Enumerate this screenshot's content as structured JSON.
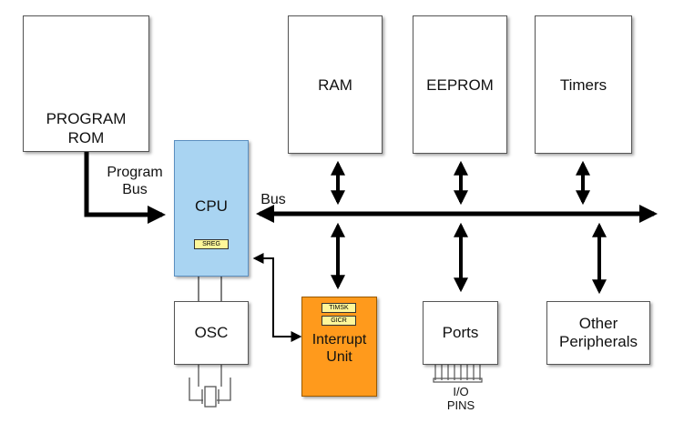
{
  "blocks": {
    "program_rom": "PROGRAM\nROM",
    "ram": "RAM",
    "eeprom": "EEPROM",
    "timers": "Timers",
    "cpu": "CPU",
    "sreg": "SREG",
    "osc": "OSC",
    "interrupt_unit": "Interrupt\nUnit",
    "timsk": "TIMSK",
    "gicr": "GICR",
    "ports": "Ports",
    "other_peripherals": "Other\nPeripherals"
  },
  "labels": {
    "program_bus": "Program\nBus",
    "bus": "Bus",
    "io_pins": "I/O\nPINS"
  },
  "colors": {
    "cpu_fill": "#a9d4f2",
    "cpu_border": "#5b8fc0",
    "interrupt_fill": "#ff9a1c",
    "register_fill": "#fff79a",
    "line": "#000000"
  }
}
